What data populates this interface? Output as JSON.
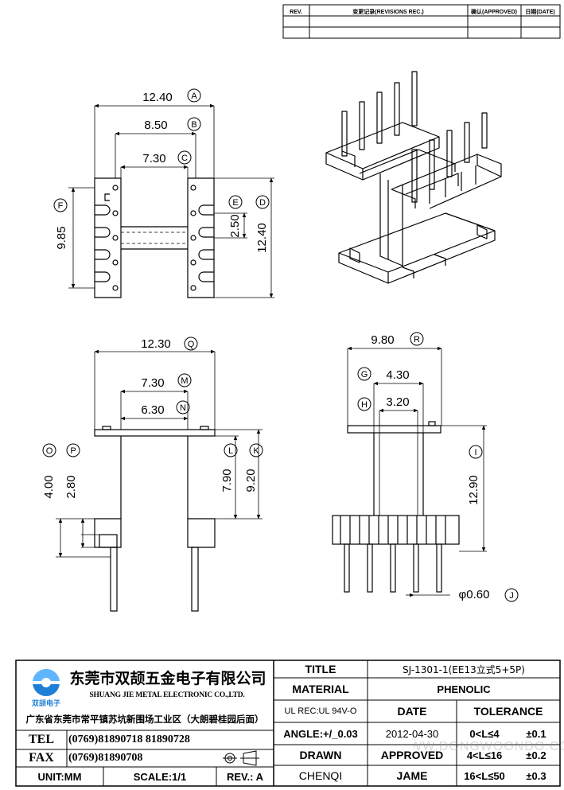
{
  "revision_table": {
    "col_rev": "REV.",
    "col_revisions": "变更记录(REVISIONS REC.)",
    "col_approved": "确认(APPROVED)",
    "col_date": "日期(DATE)"
  },
  "views": {
    "top_left": {
      "dims": [
        "12.40",
        "8.50",
        "7.30",
        "9.85",
        "2.50",
        "12.40"
      ],
      "labels": [
        "A",
        "B",
        "C",
        "F",
        "E",
        "D"
      ]
    },
    "bottom_left": {
      "dims": [
        "12.30",
        "7.30",
        "6.30",
        "4.00",
        "2.80",
        "7.90",
        "9.20"
      ],
      "labels": [
        "Q",
        "M",
        "N",
        "O",
        "P",
        "L",
        "K"
      ]
    },
    "bottom_right": {
      "dims": [
        "9.80",
        "4.30",
        "3.20",
        "12.90",
        "φ0.60"
      ],
      "labels": [
        "R",
        "G",
        "H",
        "I",
        "J"
      ]
    }
  },
  "title_block": {
    "company_cn": "东莞市双颉五金电子有限公司",
    "company_en": "SHUANG JIE METAL ELECTRONIC CO.,LTD.",
    "logo_text": "双颉电子",
    "address": "广东省东莞市常平镇苏坑新围场工业区（大朗碧桂园后面）",
    "tel_label": "TEL",
    "tel_value": "(0769)81890718  81890728",
    "fax_label": "FAX",
    "fax_value": "(0769)81890708",
    "unit": "UNIT:MM",
    "scale": "SCALE:1/1",
    "rev": "REV.: A",
    "title_label": "TITLE",
    "title_value": "SJ-1301-1(EE13立式5+5P)",
    "material_label": "MATERIAL",
    "material_value": "PHENOLIC",
    "ul_rec": "UL REC:UL 94V-O",
    "date_label": "DATE",
    "tolerance_label": "TOLERANCE",
    "angle": "ANGLE:+/_0.03",
    "date_value": "2012-04-30",
    "tol1_range": "0<L≤4",
    "tol1_val": "±0.1",
    "drawn_label": "DRAWN",
    "approved_label": "APPROVED",
    "tol2_range": "4<L≤16",
    "tol2_val": "±0.2",
    "drawn_value": "CHENQI",
    "approved_value": "JAME",
    "tol3_range": "16<L≤50",
    "tol3_val": "±0.3"
  },
  "watermark": "WWW.DONGWOONDO.COM"
}
